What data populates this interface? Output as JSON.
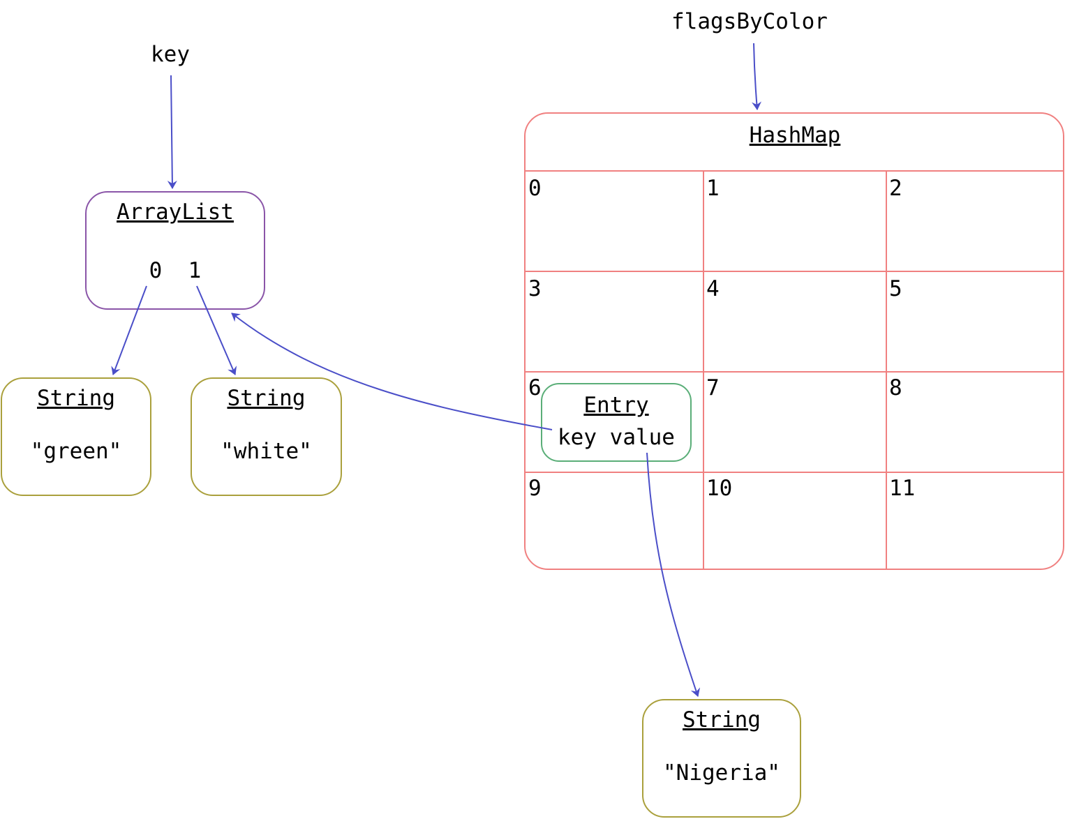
{
  "variables": {
    "key": "key",
    "flags_by_color": "flagsByColor"
  },
  "arraylist": {
    "title": "ArrayList",
    "indices": "0  1"
  },
  "strings": {
    "green": {
      "title": "String",
      "value": "\"green\""
    },
    "white": {
      "title": "String",
      "value": "\"white\""
    },
    "nigeria": {
      "title": "String",
      "value": "\"Nigeria\""
    }
  },
  "hashmap": {
    "title": "HashMap",
    "buckets": [
      "0",
      "1",
      "2",
      "3",
      "4",
      "5",
      "6",
      "7",
      "8",
      "9",
      "10",
      "11"
    ]
  },
  "entry": {
    "title": "Entry",
    "fields": "key value"
  },
  "colors": {
    "arrow": "#4a4ec8",
    "hashmap_border": "#f08080",
    "arraylist_border": "#8a55a8",
    "string_border": "#aaa03c",
    "entry_border": "#5aae78"
  }
}
